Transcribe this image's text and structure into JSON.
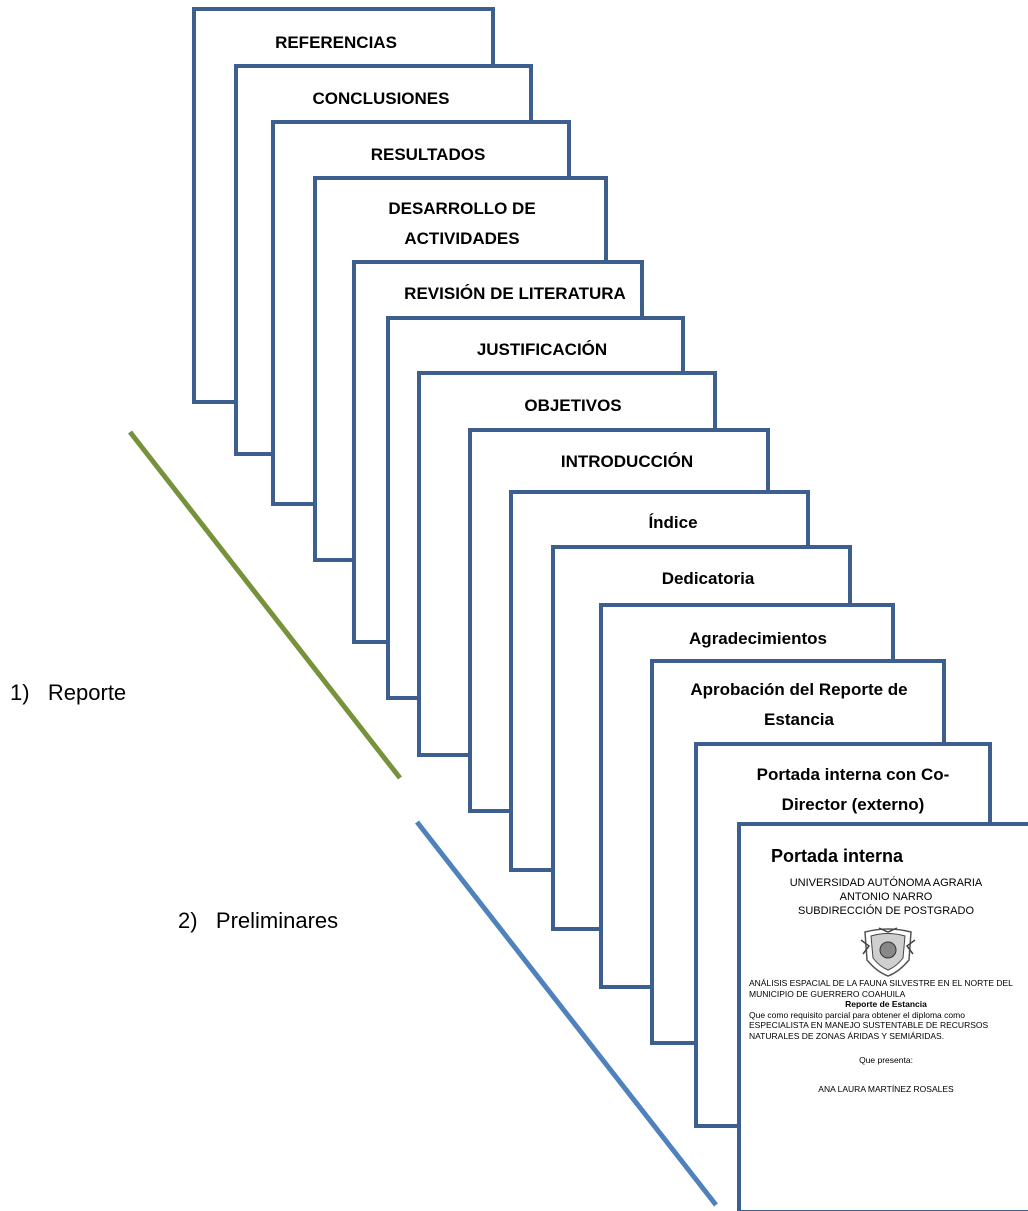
{
  "sections": {
    "reporte": [
      "REFERENCIAS",
      "CONCLUSIONES",
      "RESULTADOS",
      "DESARROLLO DE ACTIVIDADES",
      "REVISIÓN DE LITERATURA",
      "JUSTIFICACIÓN",
      "OBJETIVOS",
      "INTRODUCCIÓN"
    ],
    "preliminares": [
      "Índice",
      "Dedicatoria",
      "Agradecimientos",
      "Aprobación del Reporte de Estancia",
      "Portada interna con Co-Director (externo)"
    ]
  },
  "group_labels": {
    "reporte": "1)   Reporte",
    "preliminares": "2)   Preliminares"
  },
  "cover": {
    "title": "Portada interna",
    "institution": [
      "UNIVERSIDAD AUTÓNOMA AGRARIA",
      "ANTONIO NARRO",
      "SUBDIRECCIÓN DE POSTGRADO"
    ],
    "thesis_title": "ANÁLISIS ESPACIAL DE LA FAUNA SILVESTRE EN EL NORTE DEL MUNICIPIO DE GUERRERO COAHUILA",
    "doc_type": "Reporte de Estancia",
    "requirement": "Que como requisito parcial para obtener el diploma como ESPECIALISTA EN MANEJO SUSTENTABLE DE RECURSOS NATURALES DE ZONAS ÁRIDAS Y SEMIÁRIDAS.",
    "presenta": "Que presenta:",
    "author": "ANA LAURA MARTÍNEZ ROSALES",
    "crest_icon": "university-crest-icon"
  },
  "colors": {
    "card_border": "#3d5f8f",
    "reporte_line": "#76933c",
    "preliminares_line": "#4f81bd"
  }
}
